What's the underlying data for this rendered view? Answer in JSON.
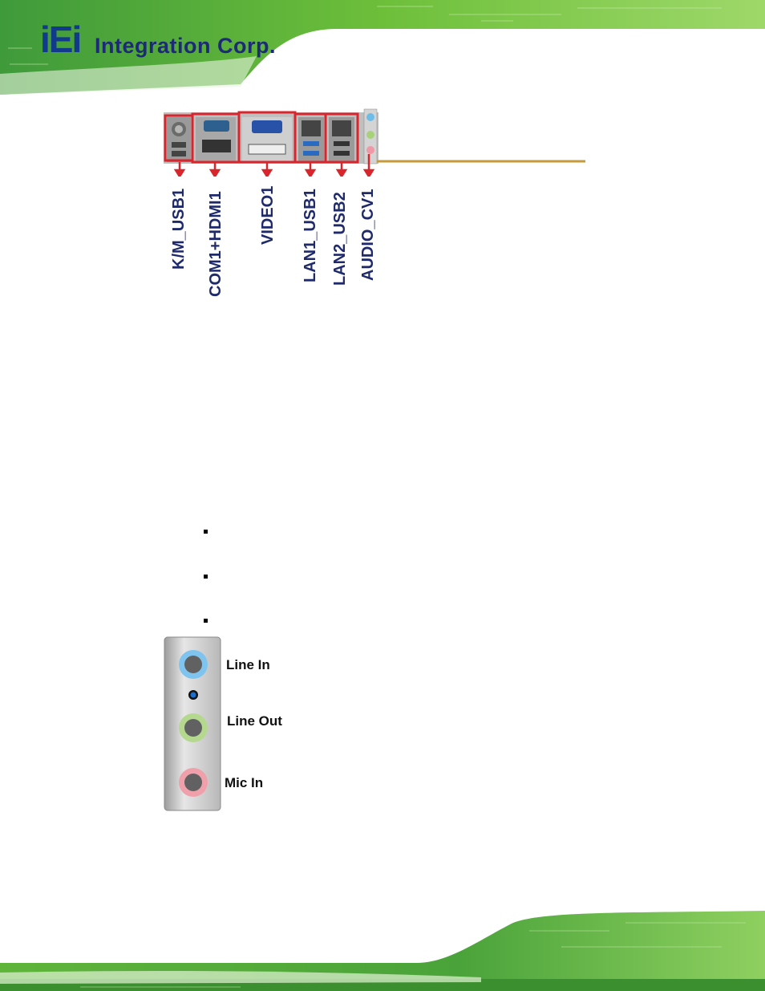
{
  "header": {
    "logo_mark": "iEi",
    "logo_text": "Integration Corp."
  },
  "io_panel": {
    "labels": [
      "K/M_USB1",
      "COM1+HDMI1",
      "VIDEO1",
      "LAN1_USB1",
      "LAN2_USB2",
      "AUDIO_CV1"
    ]
  },
  "audio_jacks": {
    "line_in": "Line In",
    "line_out": "Line Out",
    "mic_in": "Mic In"
  },
  "colors": {
    "brand_green": "#6dbf3a",
    "brand_blue": "#1c2a78",
    "highlight_red": "#d9262c",
    "line_in_blue": "#7fc4ee",
    "line_out_green": "#b5d88f",
    "mic_in_pink": "#f0a0aa"
  }
}
